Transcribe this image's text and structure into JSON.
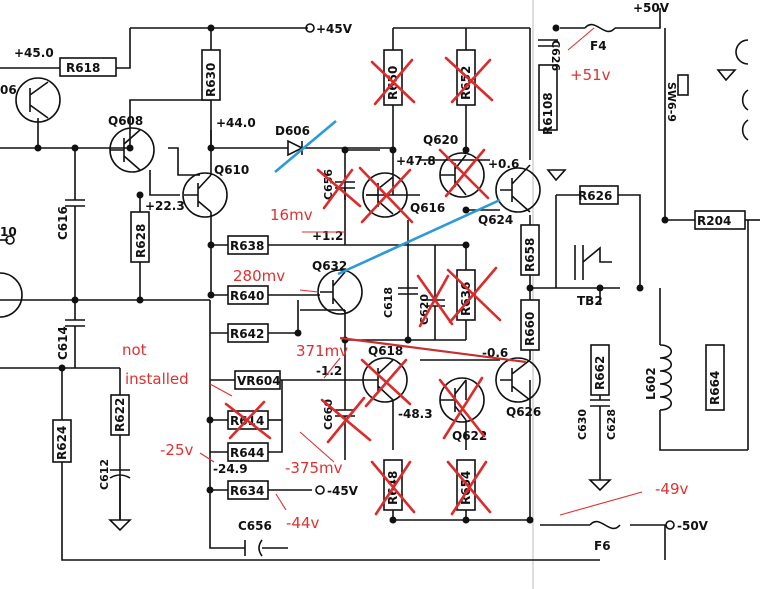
{
  "schematic": {
    "rails": {
      "top_rail": "+45V",
      "top_right_rail": "+50V",
      "bottom_rail_45": "-45V",
      "bottom_right_rail": "-50V"
    },
    "node_labels": {
      "n_450": "+45.0",
      "n_440": "+44.0",
      "n_223": "+22.3",
      "n_478": "+47.8",
      "n_06a": "+0.6",
      "n_12p": "+1.2",
      "n_06n": "-0.6",
      "n_12n": "-1.2",
      "n_483": "-48.3",
      "n_249": "-24.9"
    },
    "components": {
      "r618": "R618",
      "r630": "R630",
      "q606": "06",
      "q608": "Q608",
      "q610": "Q610",
      "d606": "D606",
      "r650": "R650",
      "r652": "R652",
      "c626": "C626",
      "r6108": "R6108",
      "f4": "F4",
      "sw": "SW6-9",
      "q620": "Q620",
      "q616": "Q616",
      "q624": "Q624",
      "c656t": "C656",
      "c616": "C616",
      "r628": "R628",
      "r638": "R638",
      "r626": "R626",
      "r204": "R204",
      "q632": "Q632",
      "r640": "R640",
      "c618": "C618",
      "c620": "C620",
      "r636": "R636",
      "r658": "R658",
      "r660": "R660",
      "tb2": "TB2",
      "c614": "C614",
      "r642": "R642",
      "q618": "Q618",
      "vr604": "VR604",
      "r624": "R624",
      "r622": "R622",
      "c660": "C660",
      "q622": "Q622",
      "q626": "Q626",
      "r662": "R662",
      "c630": "C630",
      "c628": "C628",
      "l602": "L602",
      "r664": "R664",
      "r614": "R614",
      "r644": "R644",
      "c612": "C612",
      "r648": "R648",
      "r654": "R654",
      "r634": "R634",
      "c656b": "C656",
      "f6": "F6",
      "r10": "10"
    },
    "annotations": {
      "v51": "+51v",
      "mv16": "16mv",
      "mv280": "280mv",
      "mv371": "371mv",
      "not": "not",
      "installed": "installed",
      "v25": "-25v",
      "mv375": "-375mv",
      "v44": "-44v",
      "v49": "-49v"
    },
    "colors": {
      "annotation_red": "#e03030",
      "cross_red": "#dd2a2a",
      "line_blue": "#2b9ad6",
      "ink": "#111111"
    }
  }
}
